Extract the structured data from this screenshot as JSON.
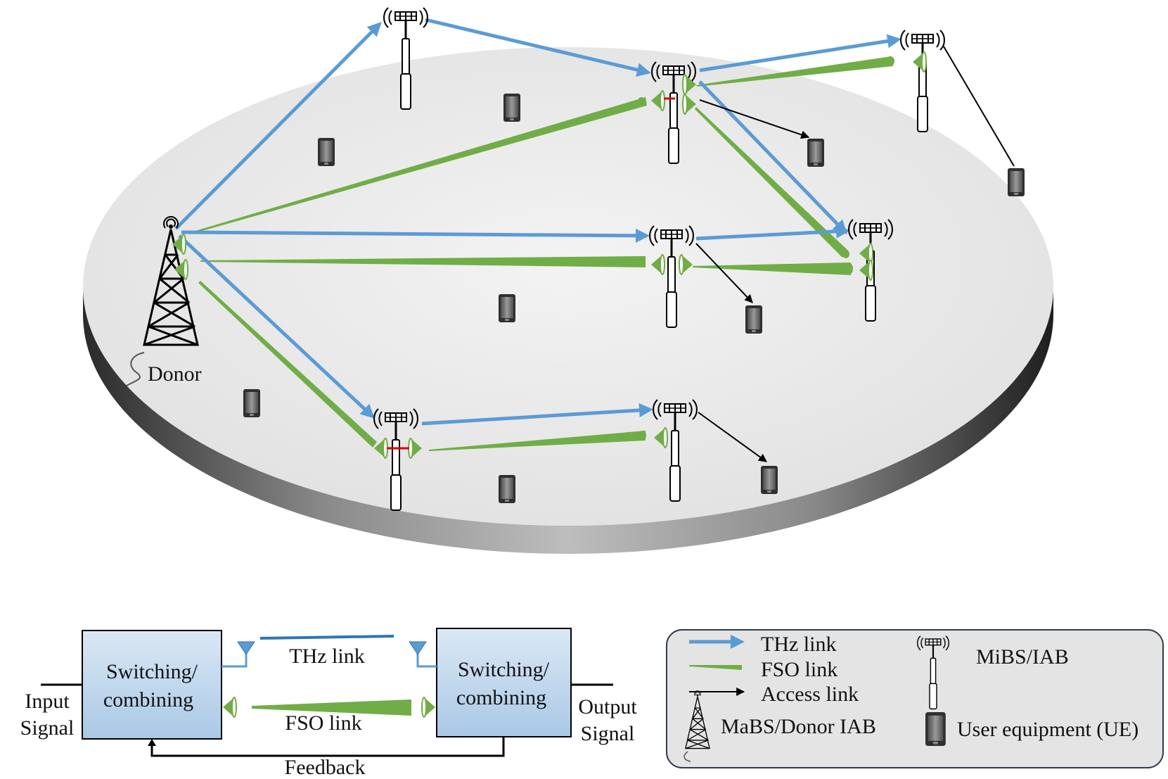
{
  "scene": {
    "donor_label": "Donor"
  },
  "block_diagram": {
    "left_block": [
      "Switching/",
      "combining"
    ],
    "right_block": [
      "Switching/",
      "combining"
    ],
    "input_label": [
      "Input",
      "Signal"
    ],
    "output_label": [
      "Output",
      "Signal"
    ],
    "thz_label": "THz link",
    "fso_label": "FSO link",
    "feedback_label": "Feedback"
  },
  "legend": {
    "thz": "THz link",
    "fso": "FSO link",
    "access": "Access link",
    "mabs": "MaBS/Donor IAB",
    "mibs": "MiBS/IAB",
    "ue": "User equipment (UE)"
  },
  "colors": {
    "thz": "#5b9bd5",
    "fso": "#70ad47",
    "access": "#000000",
    "disk_top": "#e8e8e8",
    "block_fill": "#c7dcef",
    "legend_fill": "#e4e4e4"
  },
  "icons": [
    "mibs-tower-icon",
    "mabs-tower-icon",
    "ue-phone-icon",
    "horn-antenna-icon",
    "fso-transceiver-icon"
  ]
}
